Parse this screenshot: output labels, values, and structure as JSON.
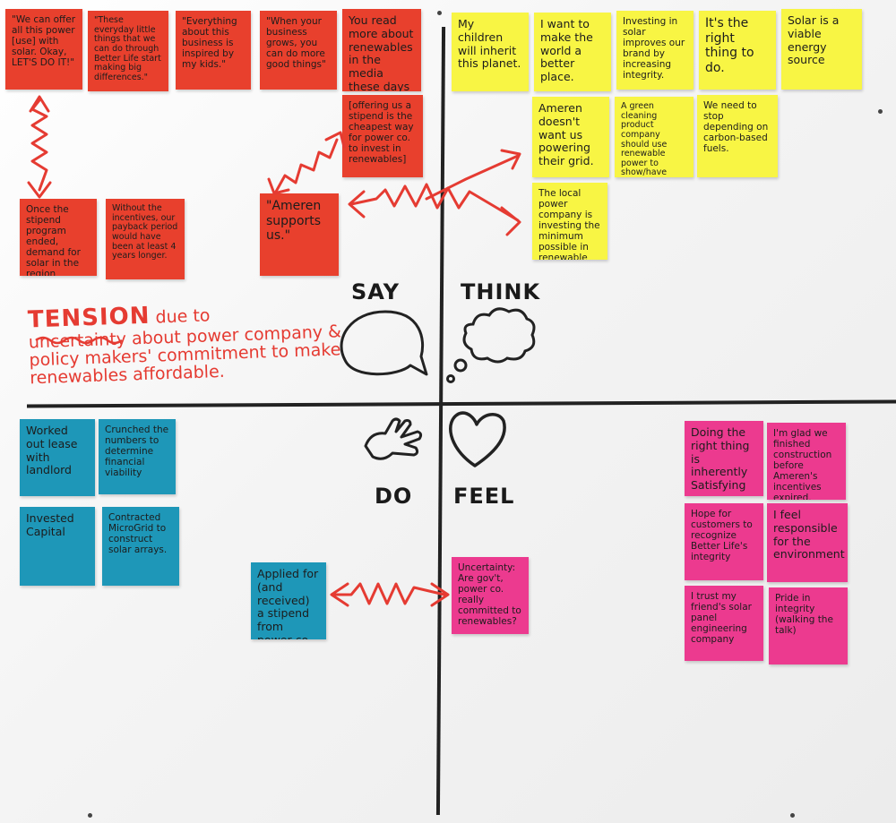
{
  "say_label": "SAY",
  "think_label": "THINK",
  "do_label": "DO",
  "feel_label": "FEEL",
  "tension": {
    "headline": "TENSION",
    "headline_suffix": "due to",
    "body": "uncertainty about power company & policy makers' commitment to make renewables affordable."
  },
  "say_notes": [
    "\"We can offer all this power [use] with solar. Okay, LET'S DO IT!\"",
    "\"These everyday little things that we can do through Better Life start making big differences.\"",
    "\"Everything about this business is inspired by my kids.\"",
    "\"When your business grows, you can do more good things\"",
    "You read more about renewables in the media these days",
    "[offering us a stipend is the cheapest way for power co. to invest in renewables]",
    "Once the stipend program ended, demand for solar in the region decreased",
    "Without the incentives, our payback period would have been at least 4 years longer.",
    "\"Ameren supports us.\""
  ],
  "think_notes": [
    "My children will inherit this planet.",
    "I want to make the world a better place.",
    "Investing in solar improves our brand by increasing integrity.",
    "It's the right thing to do.",
    "Solar is a viable energy source",
    "Ameren doesn't want us powering their grid.",
    "A green cleaning product company should use renewable power to show/have integrity.",
    "We need to stop depending on carbon-based fuels.",
    "The local power company is investing the minimum possible in renewable energy"
  ],
  "do_notes": [
    "Worked out lease with landlord",
    "Crunched the numbers to determine financial viability",
    "Invested Capital",
    "Contracted MicroGrid to construct solar arrays.",
    "Applied for (and received) a stipend from power co."
  ],
  "feel_notes": [
    "Uncertainty: Are gov't, power co. really committed to renewables?",
    "Doing the right thing is inherently Satisfying",
    "I'm glad we finished construction before Ameren's incentives expired.",
    "Hope for customers to recognize Better Life's integrity",
    "I feel responsible for the environment",
    "I trust my friend's solar panel engineering company",
    "Pride in integrity (walking the talk)"
  ],
  "colors": {
    "red_note": "#e8402d",
    "yellow_note": "#f8f544",
    "blue_note": "#1e97b8",
    "pink_note": "#ec3a8f",
    "marker_red": "#e53b32",
    "marker_black": "#222222"
  },
  "icon_names": [
    "speech-bubble-icon",
    "thought-cloud-icon",
    "hand-icon",
    "heart-icon",
    "zigzag-arrow-icon"
  ]
}
